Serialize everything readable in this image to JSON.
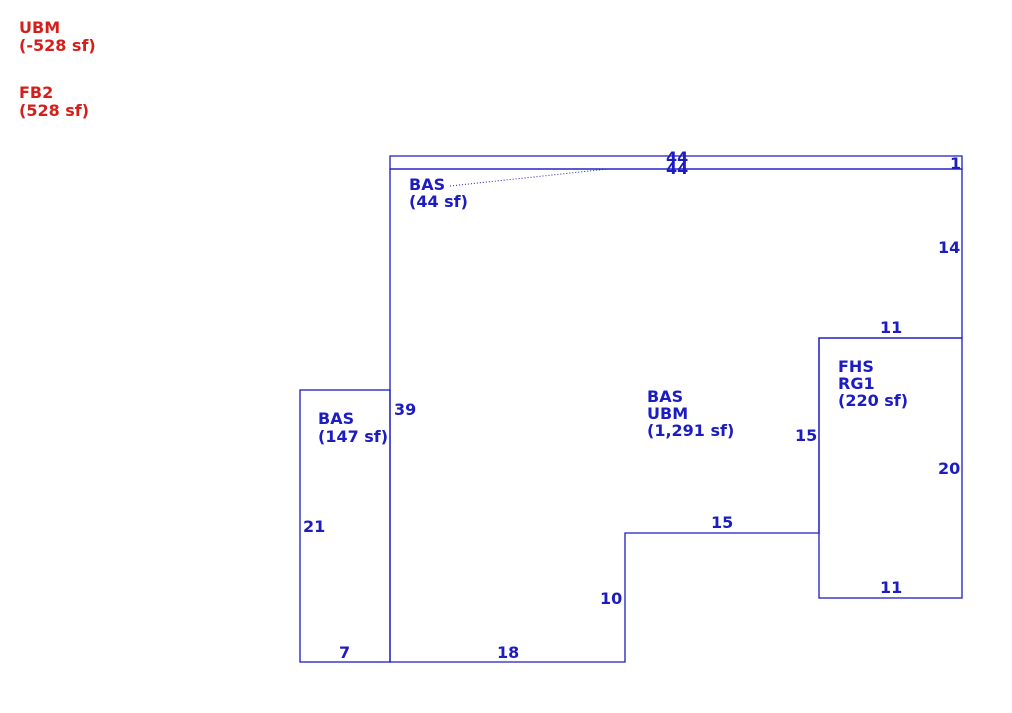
{
  "colors": {
    "outline": "#1c1cc0",
    "text": "#1c1cc0",
    "legend": "#d4201c",
    "background": "#ffffff"
  },
  "legend": [
    {
      "code": "UBM",
      "area": "(-528 sf)"
    },
    {
      "code": "FB2",
      "area": "(528 sf)"
    }
  ],
  "areas": {
    "bas_top": {
      "line1": "BAS",
      "line2": "(44 sf)"
    },
    "bas_left": {
      "line1": "BAS",
      "line2": "(147 sf)"
    },
    "bas_main": {
      "line1": "BAS",
      "line2": "UBM",
      "line3": "(1,291 sf)"
    },
    "fhs_garage": {
      "line1": "FHS",
      "line2": "RG1",
      "line3": "(220 sf)"
    }
  },
  "dimensions": {
    "top_strip_width_a": "44",
    "top_strip_width_b": "44",
    "top_strip_depth": "1",
    "right_upper": "14",
    "garage_top": "11",
    "main_left": "39",
    "garage_left": "15",
    "garage_right": "20",
    "step_top": "15",
    "garage_bottom": "11",
    "left_wing_side": "21",
    "step_side": "10",
    "left_wing_bottom": "7",
    "main_bottom": "18"
  }
}
